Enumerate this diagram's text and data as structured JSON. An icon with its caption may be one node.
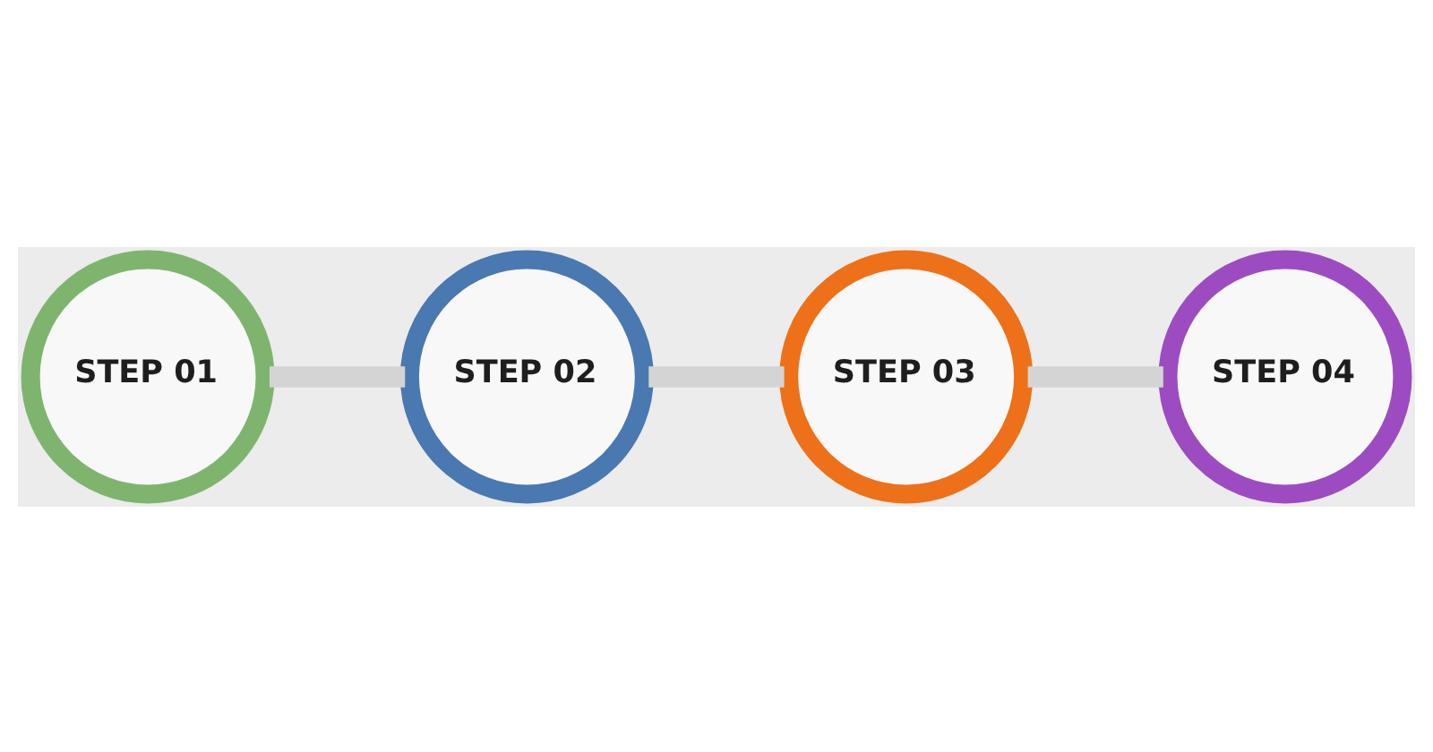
{
  "diagram": {
    "nodes": [
      {
        "text": [
          "STEP 01"
        ]
      },
      {
        "text": [
          "STEP 02"
        ]
      },
      {
        "text": [
          "STEP 03"
        ]
      },
      {
        "text": [
          "STEP 04"
        ]
      }
    ],
    "edges": [
      {
        "from": 0,
        "to": 1,
        "arrow": "none"
      },
      {
        "from": 1,
        "to": 2,
        "arrow": "none"
      },
      {
        "from": 2,
        "to": 3,
        "arrow": "none"
      }
    ]
  }
}
